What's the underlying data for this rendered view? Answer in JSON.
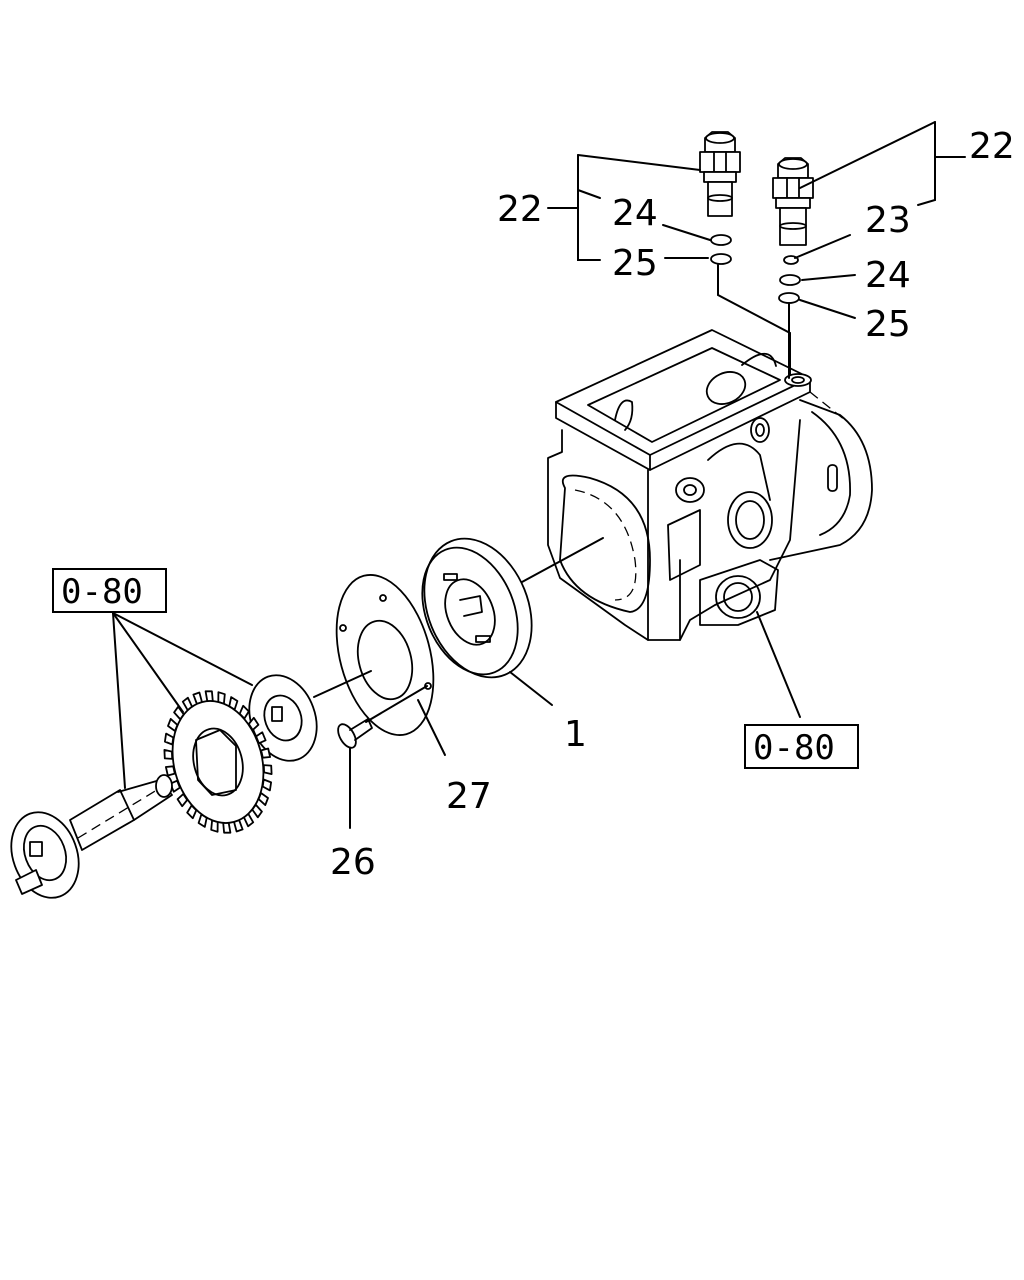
{
  "callouts": {
    "p1": "1",
    "p22_left": "22",
    "p22_right": "22",
    "p23": "23",
    "p24_left": "24",
    "p24_right": "24",
    "p25_left": "25",
    "p25_right": "25",
    "p26": "26",
    "p27": "27"
  },
  "references": {
    "left": "0-80",
    "right": "0-80"
  }
}
